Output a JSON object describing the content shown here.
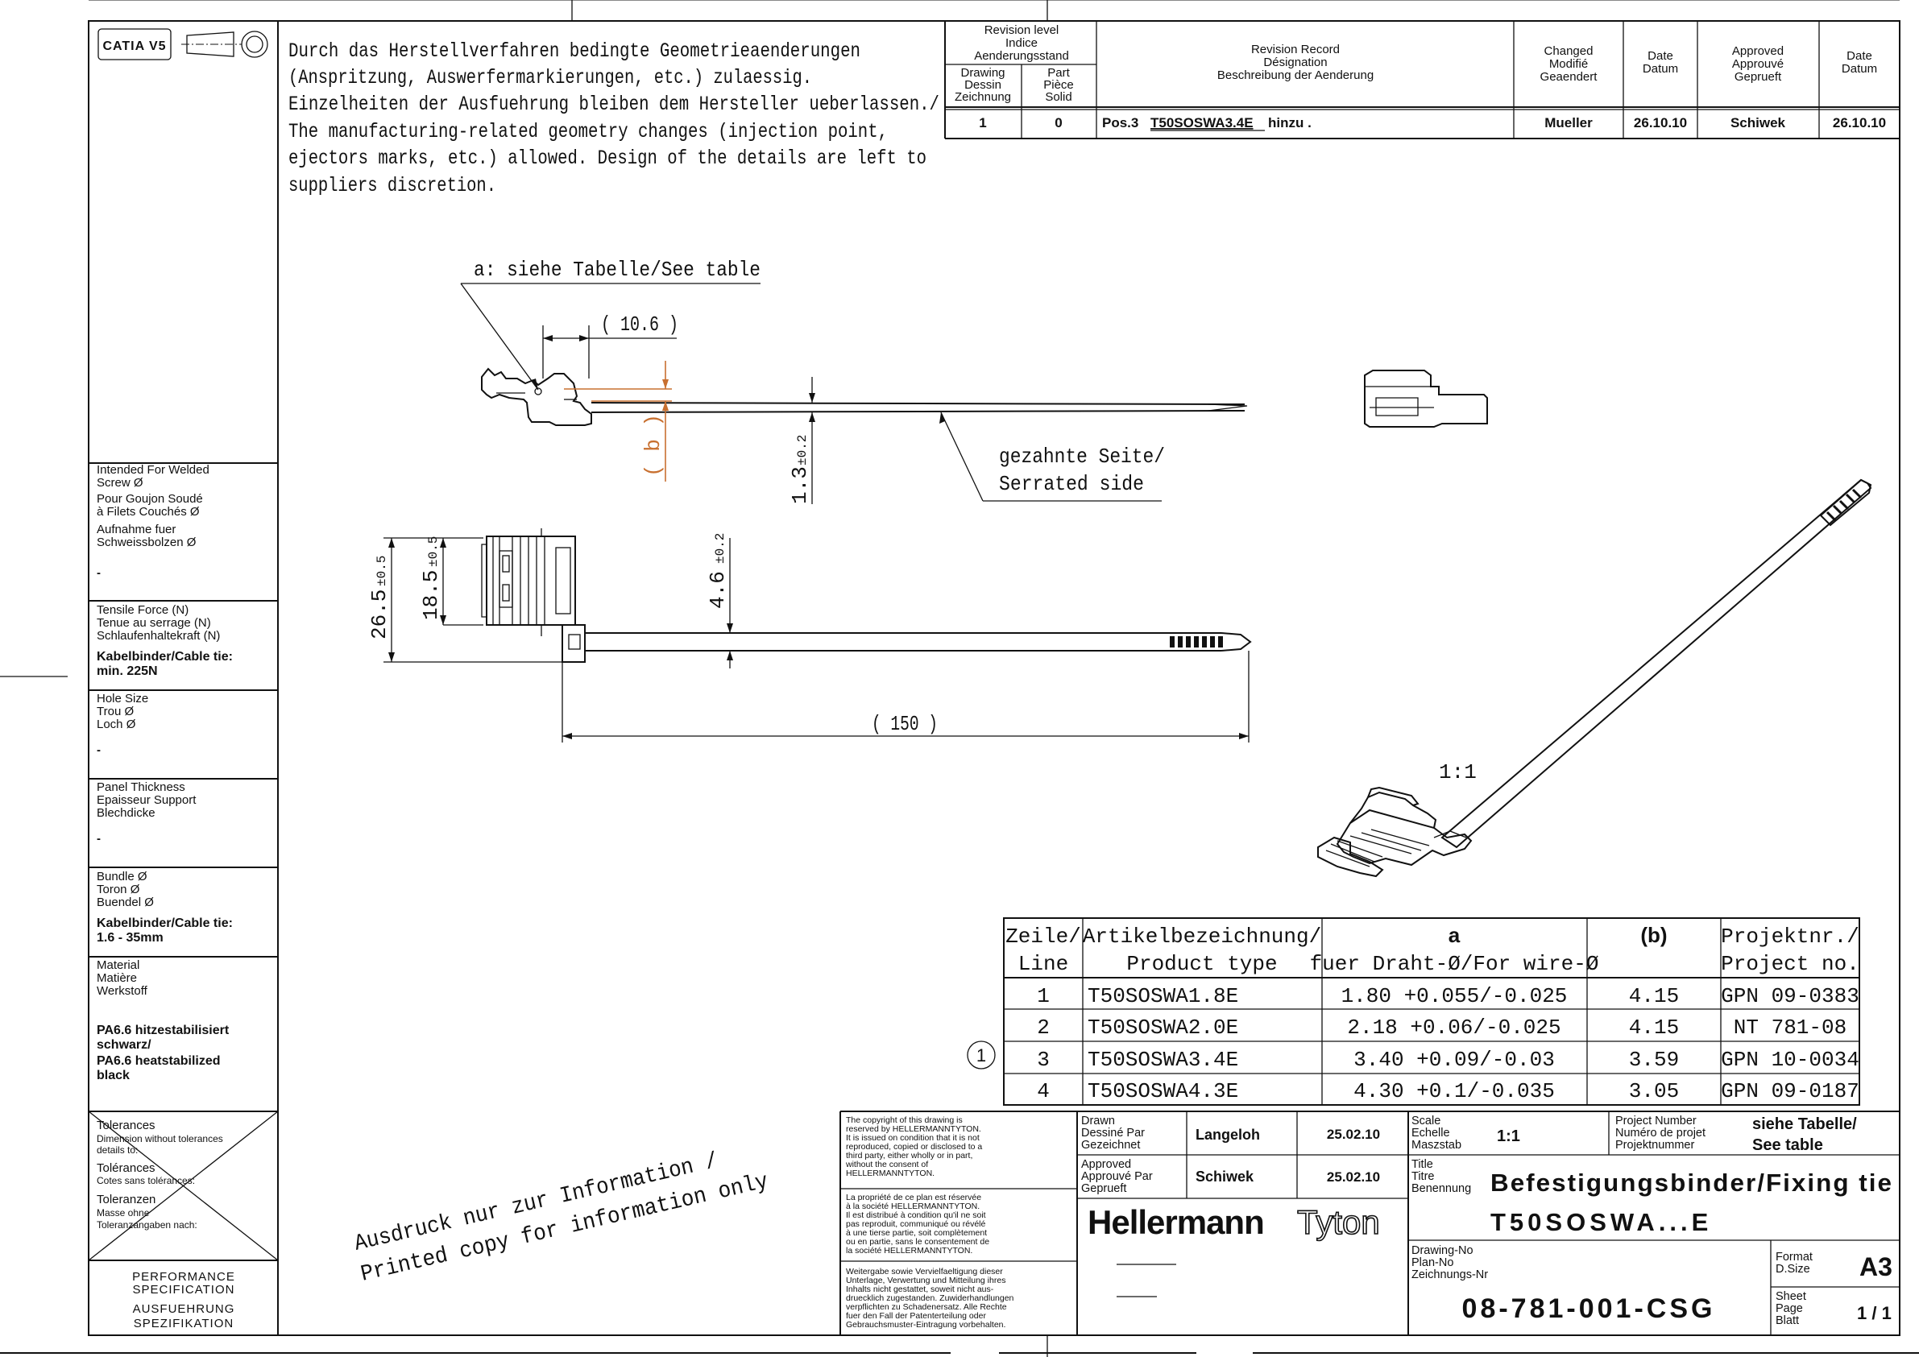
{
  "catia_label": "CATIA V5",
  "general_note": [
    "Durch das Herstellverfahren bedingte Geometrieaenderungen",
    "(Anspritzung, Auswerfermarkierungen, etc.) zulaessig.",
    "Einzelheiten der Ausfuehrung bleiben dem Hersteller ueberlassen./",
    "The manufacturing-related geometry changes (injection point,",
    "ejectors marks, etc.) allowed. Design of the details are left to",
    "suppliers discretion."
  ],
  "revision": {
    "header_level": [
      "Revision level",
      "Indice",
      "Aenderungsstand"
    ],
    "header_drawing": [
      "Drawing",
      "Dessin",
      "Zeichnung"
    ],
    "header_part": [
      "Part",
      "Pièce",
      "Solid"
    ],
    "header_record": [
      "Revision Record",
      "Désignation",
      "Beschreibung der Aenderung"
    ],
    "header_changed": [
      "Changed",
      "Modifié",
      "Geaendert"
    ],
    "header_date1": [
      "Date",
      "Datum"
    ],
    "header_approved": [
      "Approved",
      "Approuvé",
      "Geprueft"
    ],
    "header_date2": [
      "Date",
      "Datum"
    ],
    "row": {
      "drawing": "1",
      "part": "0",
      "desc_pre": "Pos.3",
      "desc_code": "T50SOSWA3.4E",
      "desc_post": "hinzu .",
      "changed": "Mueller",
      "date1": "26.10.10",
      "approved": "Schiwek",
      "date2": "26.10.10"
    }
  },
  "left_panel": {
    "welded_screw": [
      "Intended For Welded",
      "Screw Ø",
      "Pour Goujon Soudé",
      "à Filets Couchés Ø",
      "Aufnahme fuer",
      "Schweissbolzen  Ø"
    ],
    "welded_value": "-",
    "tensile": [
      "Tensile Force (N)",
      "Tenue au serrage (N)",
      "Schlaufenhaltekraft (N)"
    ],
    "tensile_value": [
      "Kabelbinder/Cable tie:",
      "min. 225N"
    ],
    "hole": [
      "Hole Size",
      "Trou  Ø",
      "Loch  Ø"
    ],
    "hole_value": "-",
    "panel": [
      "Panel Thickness",
      "Epaisseur Support",
      "Blechdicke"
    ],
    "panel_value": "-",
    "bundle": [
      "Bundle  Ø",
      "Toron  Ø",
      "Buendel  Ø"
    ],
    "bundle_value": [
      "Kabelbinder/Cable tie:",
      "1.6 - 35mm"
    ],
    "material": [
      "Material",
      "Matière",
      "Werkstoff"
    ],
    "material_value": [
      "PA6.6 hitzestabilisiert",
      "schwarz/",
      "PA6.6 heatstabilized",
      "black"
    ],
    "tolerances": [
      "Tolerances",
      "Dimension without tolerances",
      "details to:",
      "Tolérances",
      "Cotes sans tolérances:",
      "Toleranzen",
      "Masse ohne",
      "Toleranzangaben nach:"
    ],
    "performance": [
      "PERFORMANCE",
      "SPECIFICATION",
      "AUSFUEHRUNG",
      "SPEZIFIKATION"
    ]
  },
  "drawing": {
    "label_a": "a: siehe Tabelle/See table",
    "dim_10_6": "( 10.6 )",
    "dim_b": "( b )",
    "dim_1_3": "1.3",
    "tol_1_3": "±0.2",
    "serrated": [
      "gezahnte Seite/",
      "Serrated side"
    ],
    "dim_26_5": "26.5",
    "tol_26_5": "±0.5",
    "dim_18_5": "18.5",
    "tol_18_5": "±0.5",
    "dim_4_6": "4.6",
    "tol_4_6": "±0.2",
    "dim_150": "( 150 )",
    "scale_label": "1:1"
  },
  "watermark": [
    "Ausdruck nur zur Information /",
    "Printed copy for information only"
  ],
  "product_table": {
    "headers": [
      [
        "Zeile/",
        "Line"
      ],
      [
        "Artikelbezeichnung/",
        "Product type"
      ],
      [
        "a",
        "fuer Draht-Ø/For wire-Ø"
      ],
      [
        "(b)",
        ""
      ],
      [
        "Projektnr./",
        "Project no."
      ]
    ],
    "rows": [
      [
        "1",
        "T50SOSWA1.8E",
        "1.80 +0.055/-0.025",
        "4.15",
        "GPN 09-0383"
      ],
      [
        "2",
        "T50SOSWA2.0E",
        "2.18 +0.06/-0.025",
        "4.15",
        "NT 781-08"
      ],
      [
        "3",
        "T50SOSWA3.4E",
        "3.40 +0.09/-0.03",
        "3.59",
        "GPN 10-0034"
      ],
      [
        "4",
        "T50SOSWA4.3E",
        "4.30 +0.1/-0.035",
        "3.05",
        "GPN 09-0187"
      ]
    ],
    "rev_marker": "1"
  },
  "title_block": {
    "copyright_en": [
      "The copyright of this drawing is",
      "reserved by HELLERMANNTYTON.",
      "It is issued on condition that it is not",
      "reproduced, copied or disclosed to a",
      "third party, either wholly or in part,",
      "without the consent of",
      "HELLERMANNTYTON."
    ],
    "copyright_fr": [
      "La propriété de ce plan est réservée",
      "à la société  HELLERMANNTYTON.",
      "Il est distribué à condition qu'il ne soit",
      "pas reproduit, communiqué ou révélé",
      "à une tierse partie, soit complètement",
      "ou en partie, sans le consentement de",
      "la société  HELLERMANNTYTON."
    ],
    "copyright_de": [
      "Weitergabe sowie Vervielfaeltigung dieser",
      "Unterlage, Verwertung und Mitteilung ihres",
      "Inhalts nicht gestattet, soweit nicht aus-",
      "druecklich zugestanden. Zuwiderhandlungen",
      "verpflichten zu Schadenersatz. Alle Rechte",
      "fuer den Fall der Patenterteilung oder",
      "Gebrauchsmuster-Eintragung vorbehalten."
    ],
    "drawn_labels": [
      "Drawn",
      "Dessiné Par",
      "Gezeichnet"
    ],
    "drawn_by": "Langeloh",
    "drawn_date": "25.02.10",
    "approved_labels": [
      "Approved",
      "Approuvé Par",
      "Geprueft"
    ],
    "approved_by": "Schiwek",
    "approved_date": "25.02.10",
    "scale_labels": [
      "Scale",
      "Echelle",
      "Maszstab"
    ],
    "scale_value": "1:1",
    "project_labels": [
      "Project Number",
      "Numéro de projet",
      "Projektnummer"
    ],
    "project_value": [
      "siehe Tabelle/",
      "See table"
    ],
    "title_labels": [
      "Title",
      "Titre",
      "Benennung"
    ],
    "title_value": [
      "Befestigungsbinder/Fixing tie",
      "T50SOSWA...E"
    ],
    "logo_a": "Hellermann",
    "logo_b": "Tyton",
    "drawing_no_labels": [
      "Drawing-No",
      "Plan-No",
      "Zeichnungs-Nr"
    ],
    "drawing_no": "08-781-001-CSG",
    "format_labels": [
      "Format",
      "D.Size"
    ],
    "format_value": "A3",
    "sheet_labels": [
      "Sheet",
      "Page",
      "Blatt"
    ],
    "sheet_value": "1 / 1"
  }
}
